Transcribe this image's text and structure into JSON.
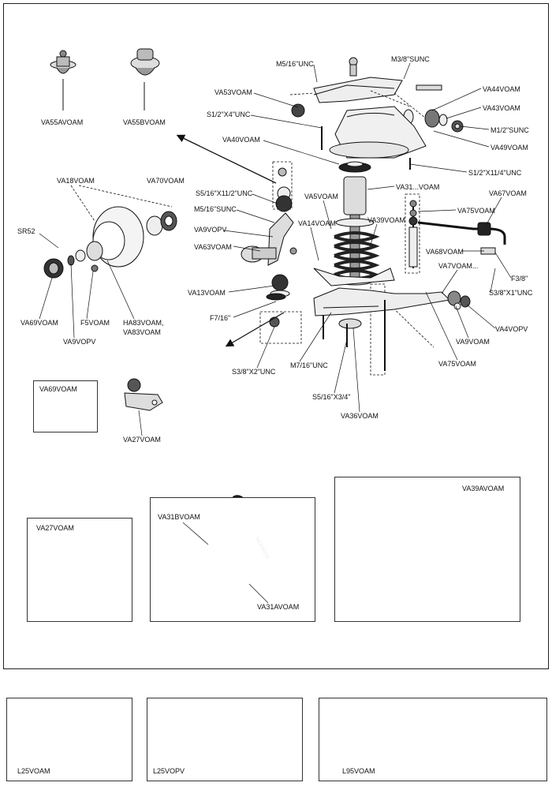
{
  "labels": {
    "va55avoam": "VA55AVOAM",
    "va55bvoam": "VA55BVOAM",
    "m5_16_unc": "M5/16\"UNC",
    "m3_8_sunc": "M3/8\"SUNC",
    "va53voam": "VA53VOAM",
    "va44voam": "VA44VOAM",
    "va43voam": "VA43VOAM",
    "s1_2_x4_unc": "S1/2\"X4\"UNC",
    "m1_2_sunc": "M1/2\"SUNC",
    "va40voam": "VA40VOAM",
    "va49voam": "VA49VOAM",
    "s1_2_x11_4_unc": "S1/2\"X11/4\"UNC",
    "va18voam": "VA18VOAM",
    "va70voam": "VA70VOAM",
    "va31voam_dots": "VA31...VOAM",
    "s5_16_x11_2_unc": "S5/16\"X11/2\"UNC",
    "va5voam": "VA5VOAM",
    "va67voam": "VA67VOAM",
    "m5_16_sunc": "M5/16\"SUNC",
    "va75voam_top": "VA75VOAM",
    "sr52": "SR52",
    "va14voam": "VA14VOAM",
    "va39voam": "VA39VOAM",
    "va9vopv_mid": "VA9VOPV",
    "va63voam": "VA63VOAM",
    "va68voam": "VA68VOAM",
    "va7voam": "VA7VOAM...",
    "f3_8": "F3/8\"",
    "va13voam": "VA13VOAM",
    "s3_8_x1_unc": "S3/8\"X1\"UNC",
    "f7_16": "F7/16\"",
    "va4vopv": "VA4VOPV",
    "va69voam": "VA69VOAM",
    "f5voam": "F5VOAM",
    "ha83voam": "HA83VOAM,",
    "va83voam": "VA83VOAM",
    "va9vopv_left": "VA9VOPV",
    "va9voam": "VA9VOAM",
    "m7_16_unc": "M7/16\"UNC",
    "s3_8_x2_unc": "S3/8\"X2\"UNC",
    "va75voam_bottom": "VA75VOAM",
    "s5_16_x3_4": "S5/16\"X3/4\"",
    "va36voam": "VA36VOAM",
    "va69voam_box": "VA69VOAM",
    "va27voam_small": "VA27VOAM",
    "va27voam_box": "VA27VOAM",
    "va31bvoam": "VA31BVOAM",
    "va31avoam": "VA31AVOAM",
    "va39avoam": "VA39AVOAM",
    "l25voam": "L25VOAM",
    "l25vopv": "L25VOPV",
    "l95voam": "L95VOAM"
  },
  "brand_text": "MONROE",
  "colors": {
    "line": "#222222",
    "part_fill": "#e6e6e6",
    "part_dark": "#1a1a1a",
    "frame": "#222222"
  }
}
